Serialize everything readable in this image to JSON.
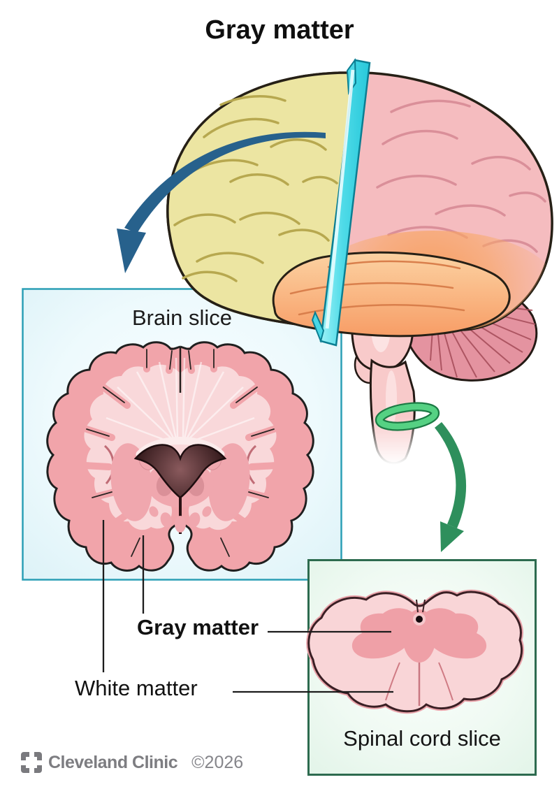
{
  "title": "Gray matter",
  "panels": {
    "brain_slice": {
      "label": "Brain slice"
    },
    "spinal_cord_slice": {
      "label": "Spinal cord slice"
    }
  },
  "labels": {
    "gray_matter": "Gray matter",
    "white_matter": "White matter"
  },
  "footer": {
    "brand": "Cleveland Clinic",
    "copyright": "©2026"
  },
  "colors": {
    "brain_panel_border": "#2b9fb5",
    "brain_panel_bg": "#e9f8fb",
    "spinal_panel_border": "#2d6b4f",
    "spinal_panel_bg": "#eaf7ef",
    "arrow_blue": "#27618c",
    "arrow_green": "#2e8f5c",
    "brain_yellow": "#ece5a2",
    "brain_pink": "#f5bcbf",
    "temporal_orange": "#f79d66",
    "cerebellum_pink": "#e493a0",
    "slice_plane_cyan": "#3fd2e2",
    "band_green": "#55d183",
    "cortex_pink": "#f1a4aa",
    "white_matter_pink": "#f9d8da",
    "leader_line": "#1c1c1c",
    "footer_gray": "#7d7d81"
  }
}
